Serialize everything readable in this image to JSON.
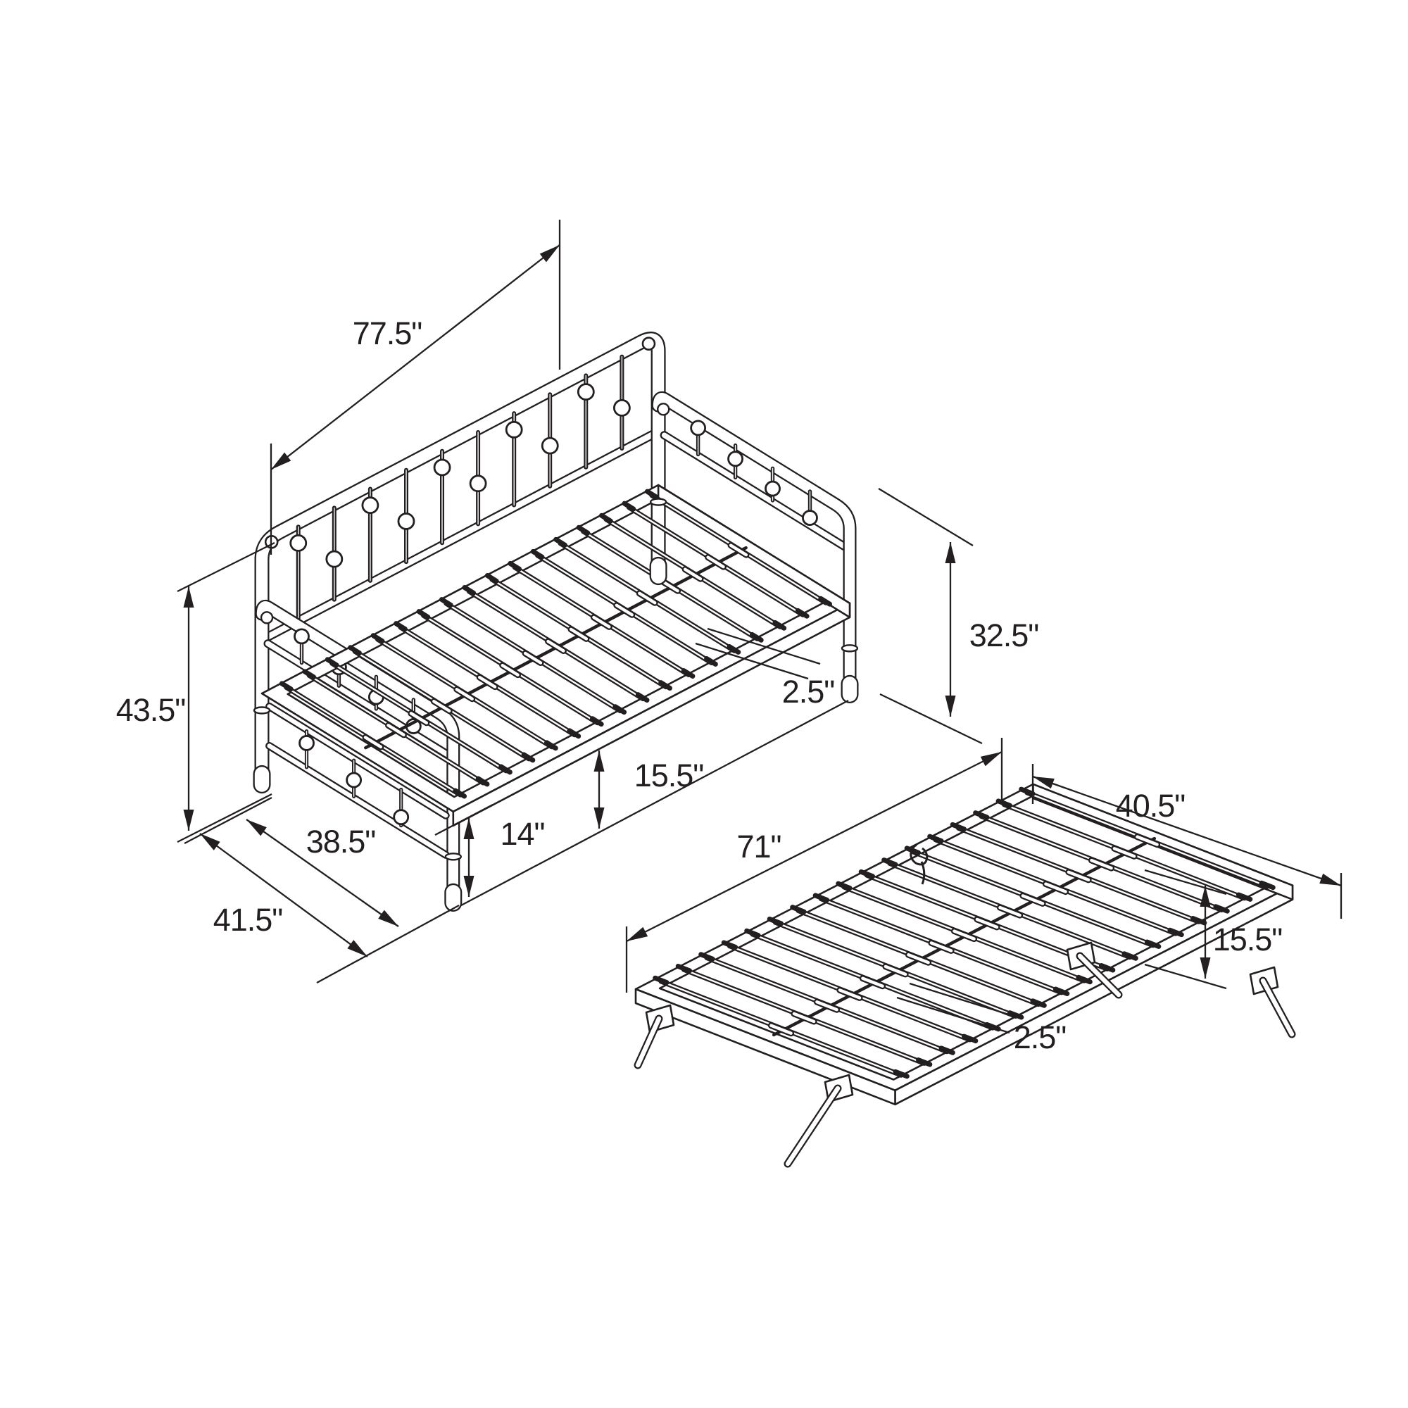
{
  "figure": {
    "kind": "technical-dimension-diagram",
    "subject": "metal daybed with pop-up trundle",
    "background_color": "#ffffff",
    "ink_color": "#231f20"
  },
  "daybed": {
    "name": "daybed frame (isometric view)",
    "dimensions": {
      "length": {
        "label": "77.5\""
      },
      "height": {
        "label": "43.5\""
      },
      "inner_width": {
        "label": "38.5\""
      },
      "outer_width": {
        "label": "41.5\""
      },
      "clearance": {
        "label": "14\""
      },
      "deck_height": {
        "label": "15.5\""
      },
      "rail_thickness": {
        "label": "2.5\""
      },
      "arm_height": {
        "label": "32.5\""
      }
    }
  },
  "trundle": {
    "name": "trundle frame (isometric view)",
    "dimensions": {
      "length": {
        "label": "71\""
      },
      "width": {
        "label": "40.5\""
      },
      "height": {
        "label": "15.5\""
      },
      "rail_thickness": {
        "label": "2.5\""
      }
    }
  }
}
